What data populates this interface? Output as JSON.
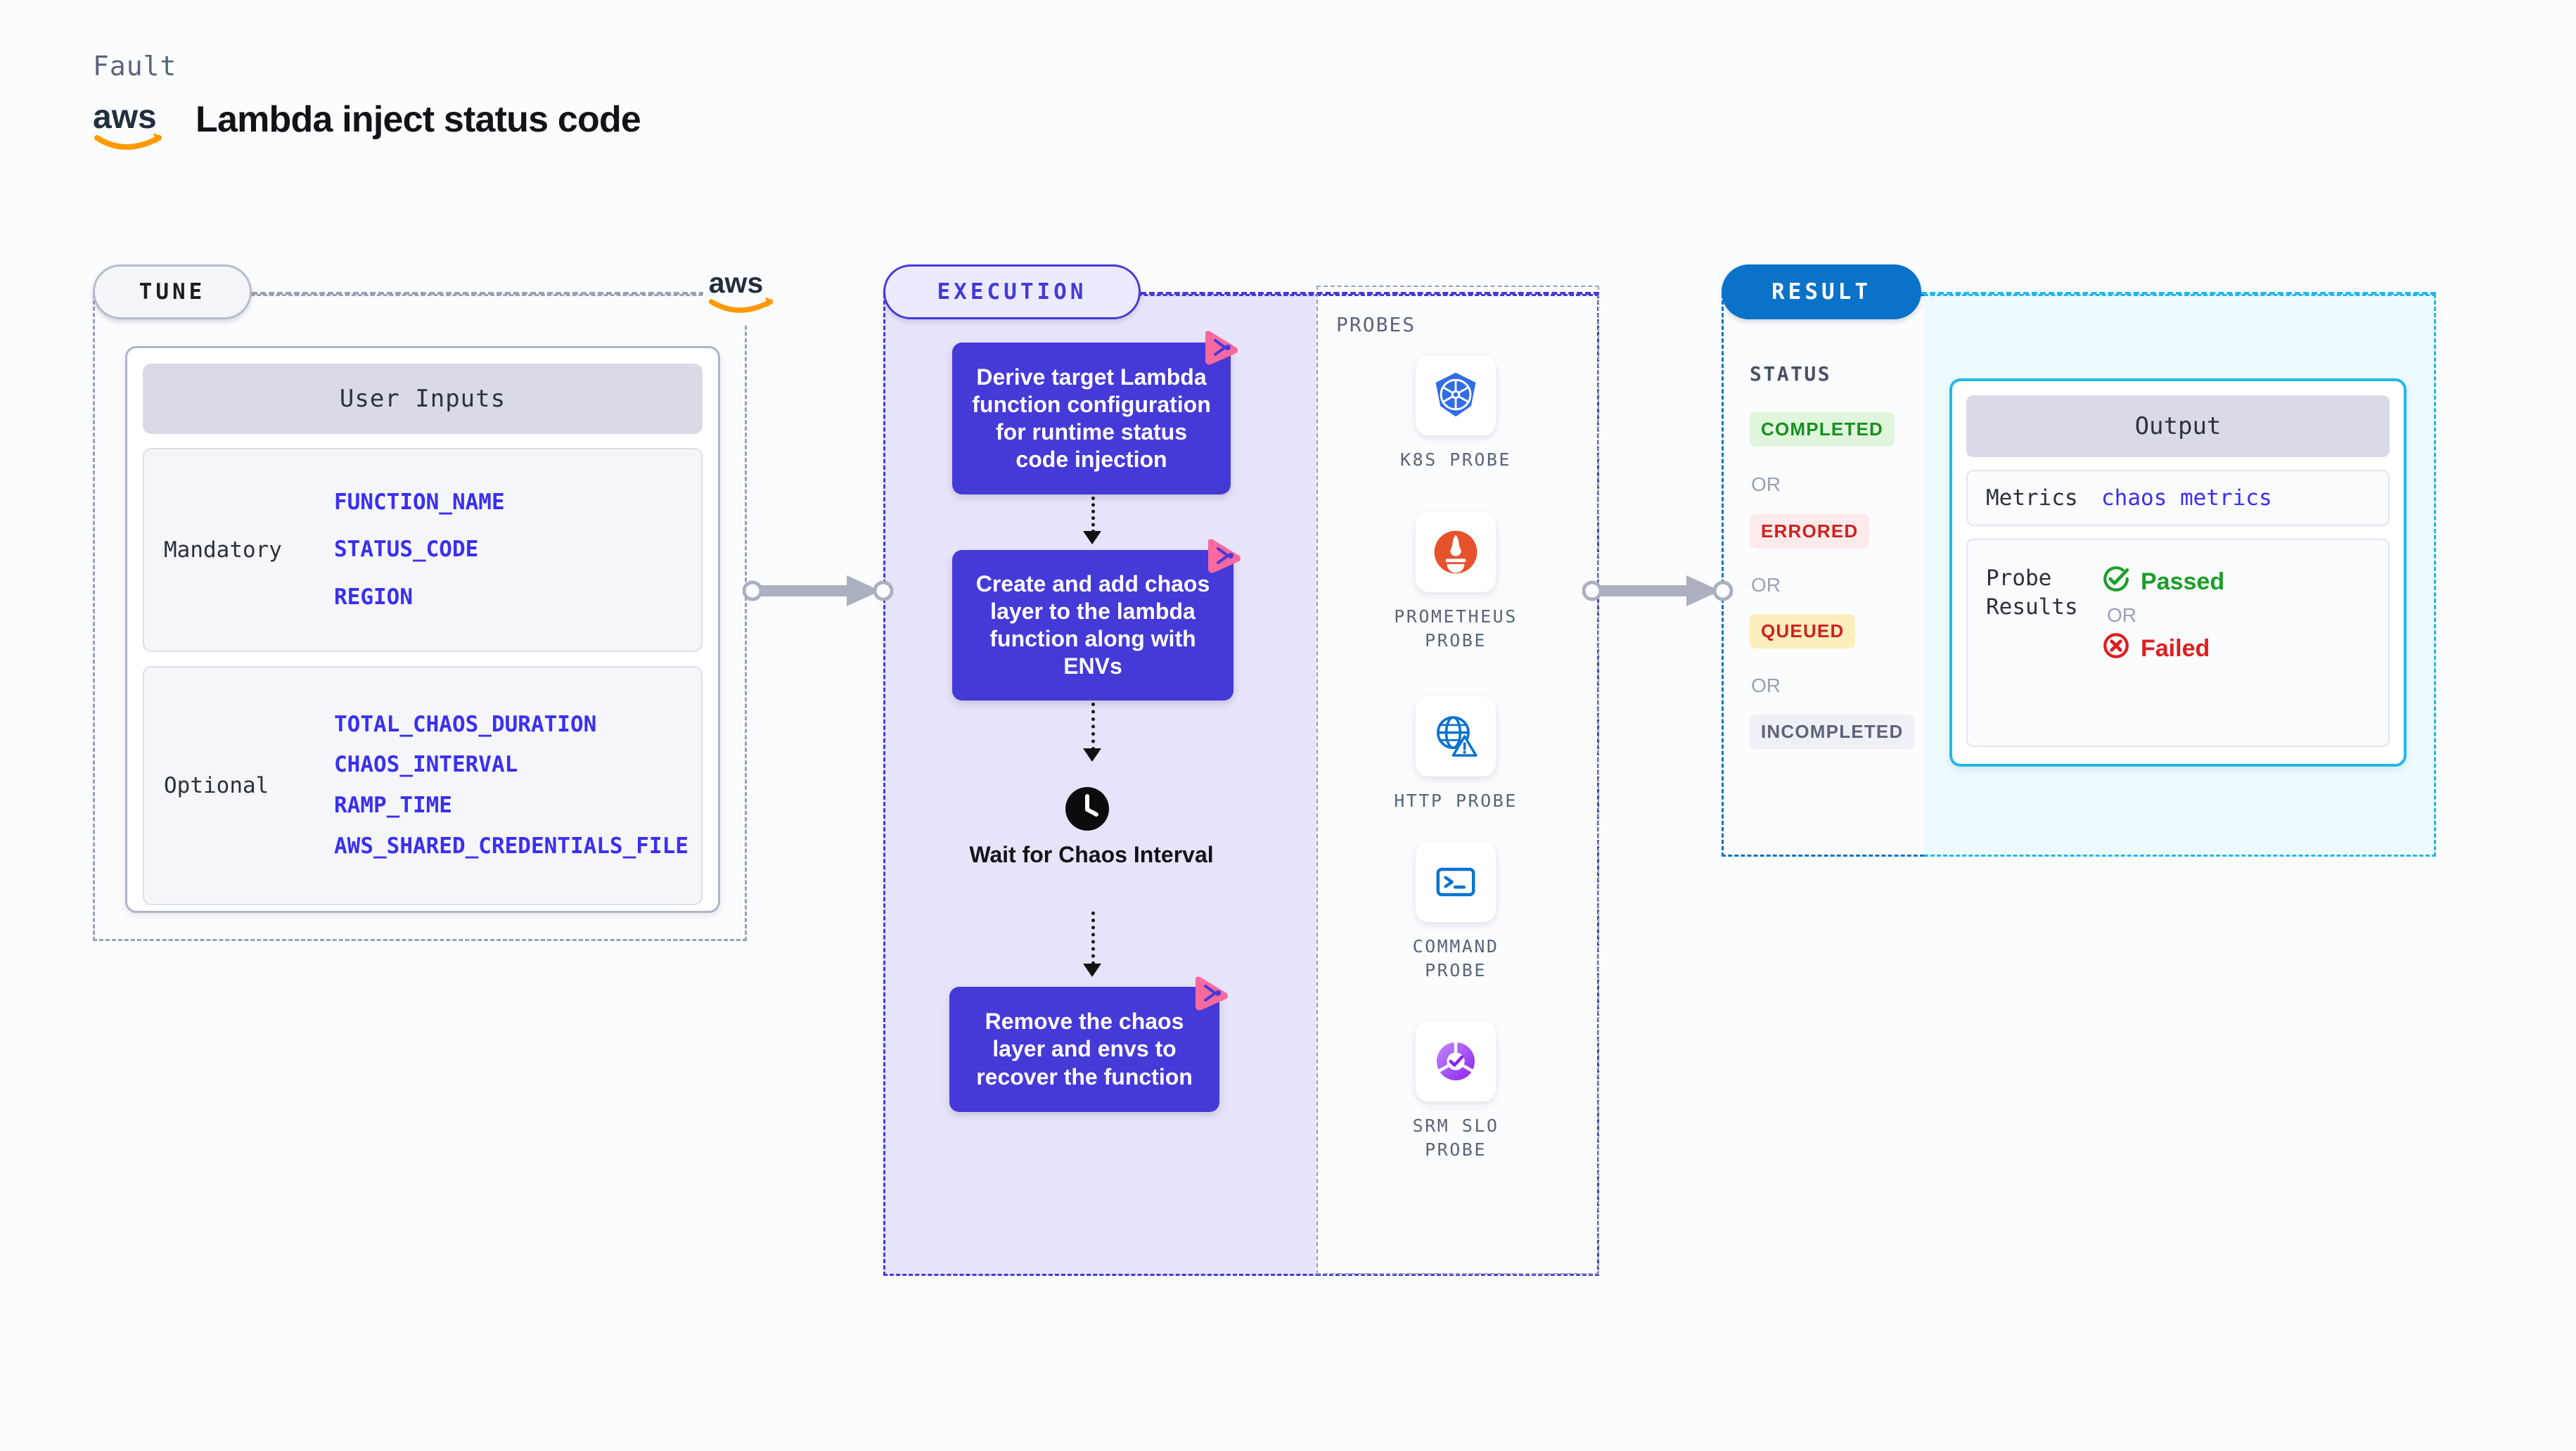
{
  "header": {
    "kicker": "Fault",
    "title": "Lambda inject status code",
    "logo_icon": "aws-logo"
  },
  "tune": {
    "pill_label": "TUNE",
    "badge_icon": "aws-logo",
    "card_title": "User Inputs",
    "groups": [
      {
        "label": "Mandatory",
        "params": [
          "FUNCTION_NAME",
          "STATUS_CODE",
          "REGION"
        ]
      },
      {
        "label": "Optional",
        "params": [
          "TOTAL_CHAOS_DURATION",
          "CHAOS_INTERVAL",
          "RAMP_TIME",
          "AWS_SHARED_CREDENTIALS_FILE"
        ]
      }
    ]
  },
  "execution": {
    "pill_label": "EXECUTION",
    "steps": [
      {
        "text": "Derive target Lambda function configuration for runtime status code injection",
        "badge_icon": "litmus-badge-icon"
      },
      {
        "text": "Create and add chaos layer to the lambda function along with ENVs",
        "badge_icon": "litmus-badge-icon"
      }
    ],
    "wait": {
      "icon": "clock-icon",
      "label": "Wait for Chaos Interval"
    },
    "final_step": {
      "text": "Remove the chaos layer and envs to recover the function",
      "badge_icon": "litmus-badge-icon"
    }
  },
  "probes": {
    "title": "PROBES",
    "items": [
      {
        "label": "K8S PROBE",
        "icon": "kubernetes-icon"
      },
      {
        "label": "PROMETHEUS PROBE",
        "icon": "prometheus-icon"
      },
      {
        "label": "HTTP PROBE",
        "icon": "http-globe-icon"
      },
      {
        "label": "COMMAND PROBE",
        "icon": "terminal-icon"
      },
      {
        "label": "SRM SLO PROBE",
        "icon": "srm-slo-icon"
      }
    ]
  },
  "result": {
    "pill_label": "RESULT",
    "status_title": "STATUS",
    "or_label": "OR",
    "statuses": [
      {
        "label": "COMPLETED",
        "bg": "#dff5dc",
        "fg": "#1a8f20"
      },
      {
        "label": "ERRORED",
        "bg": "#fdeaea",
        "fg": "#cf2020"
      },
      {
        "label": "QUEUED",
        "bg": "#fdeebc",
        "fg": "#cf2020"
      },
      {
        "label": "INCOMPLETED",
        "bg": "#eff0f5",
        "fg": "#5a6478"
      }
    ]
  },
  "output": {
    "card_title": "Output",
    "metrics_key": "Metrics",
    "metrics_value": "chaos metrics",
    "probe_key": "Probe Results",
    "or_label": "OR",
    "passed_label": "Passed",
    "failed_label": "Failed",
    "passed_icon": "check-circle-icon",
    "failed_icon": "x-circle-icon"
  },
  "colors": {
    "accent_purple": "#4539d8",
    "accent_blue": "#0a72c8",
    "accent_cyan": "#22b8e8",
    "pink_badge": "#f8699f",
    "aws_orange": "#ff9900"
  }
}
